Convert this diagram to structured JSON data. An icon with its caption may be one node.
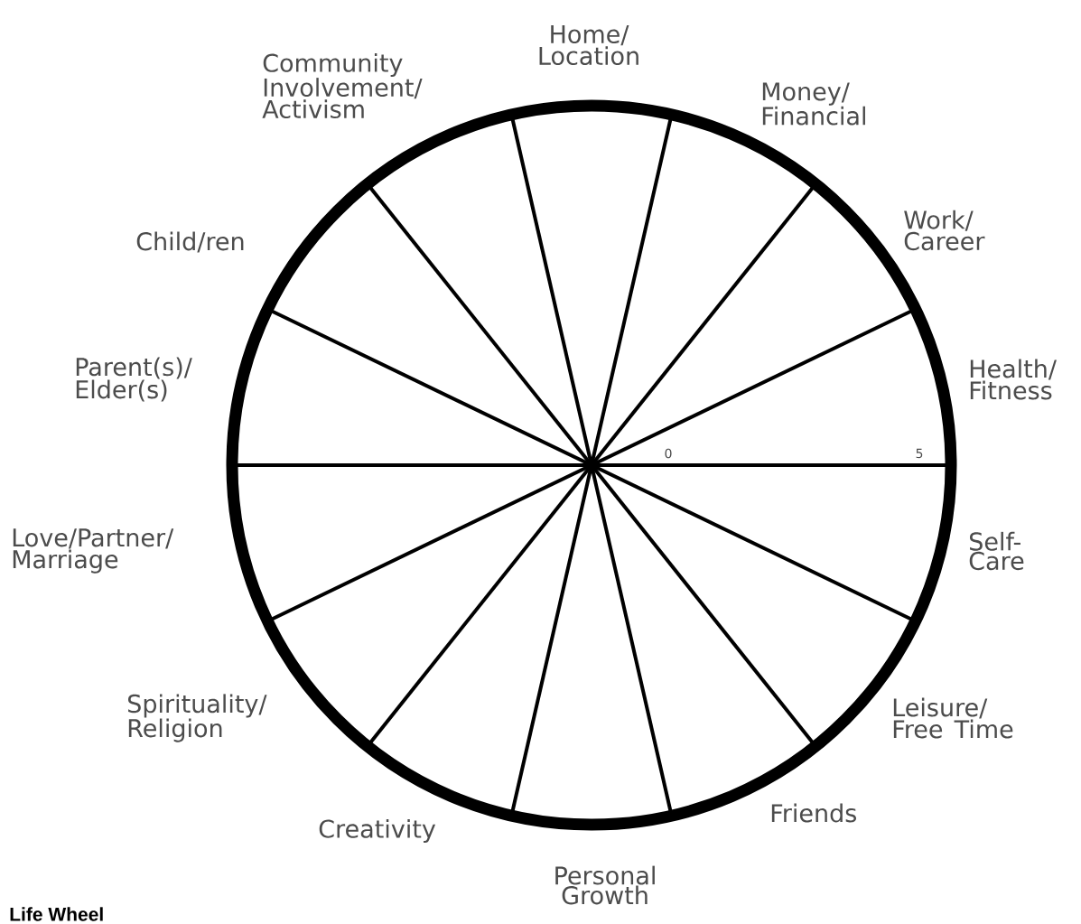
{
  "diagram": {
    "title": "Life Wheel",
    "labels": [
      "Home/ Location",
      "Community Involvement/ Activism",
      "Money/ Financial",
      "Work/ Career",
      "Child/ren",
      "Parent(s)/ Elder(s)",
      "Health/ Fitness",
      "0",
      "5",
      "Love/Partner/ Marriage",
      "Self-Care",
      "Spirituality/ Religion",
      "Leisure/ Free Time",
      "Friends",
      "Creativity",
      "Personal Growth"
    ]
  }
}
